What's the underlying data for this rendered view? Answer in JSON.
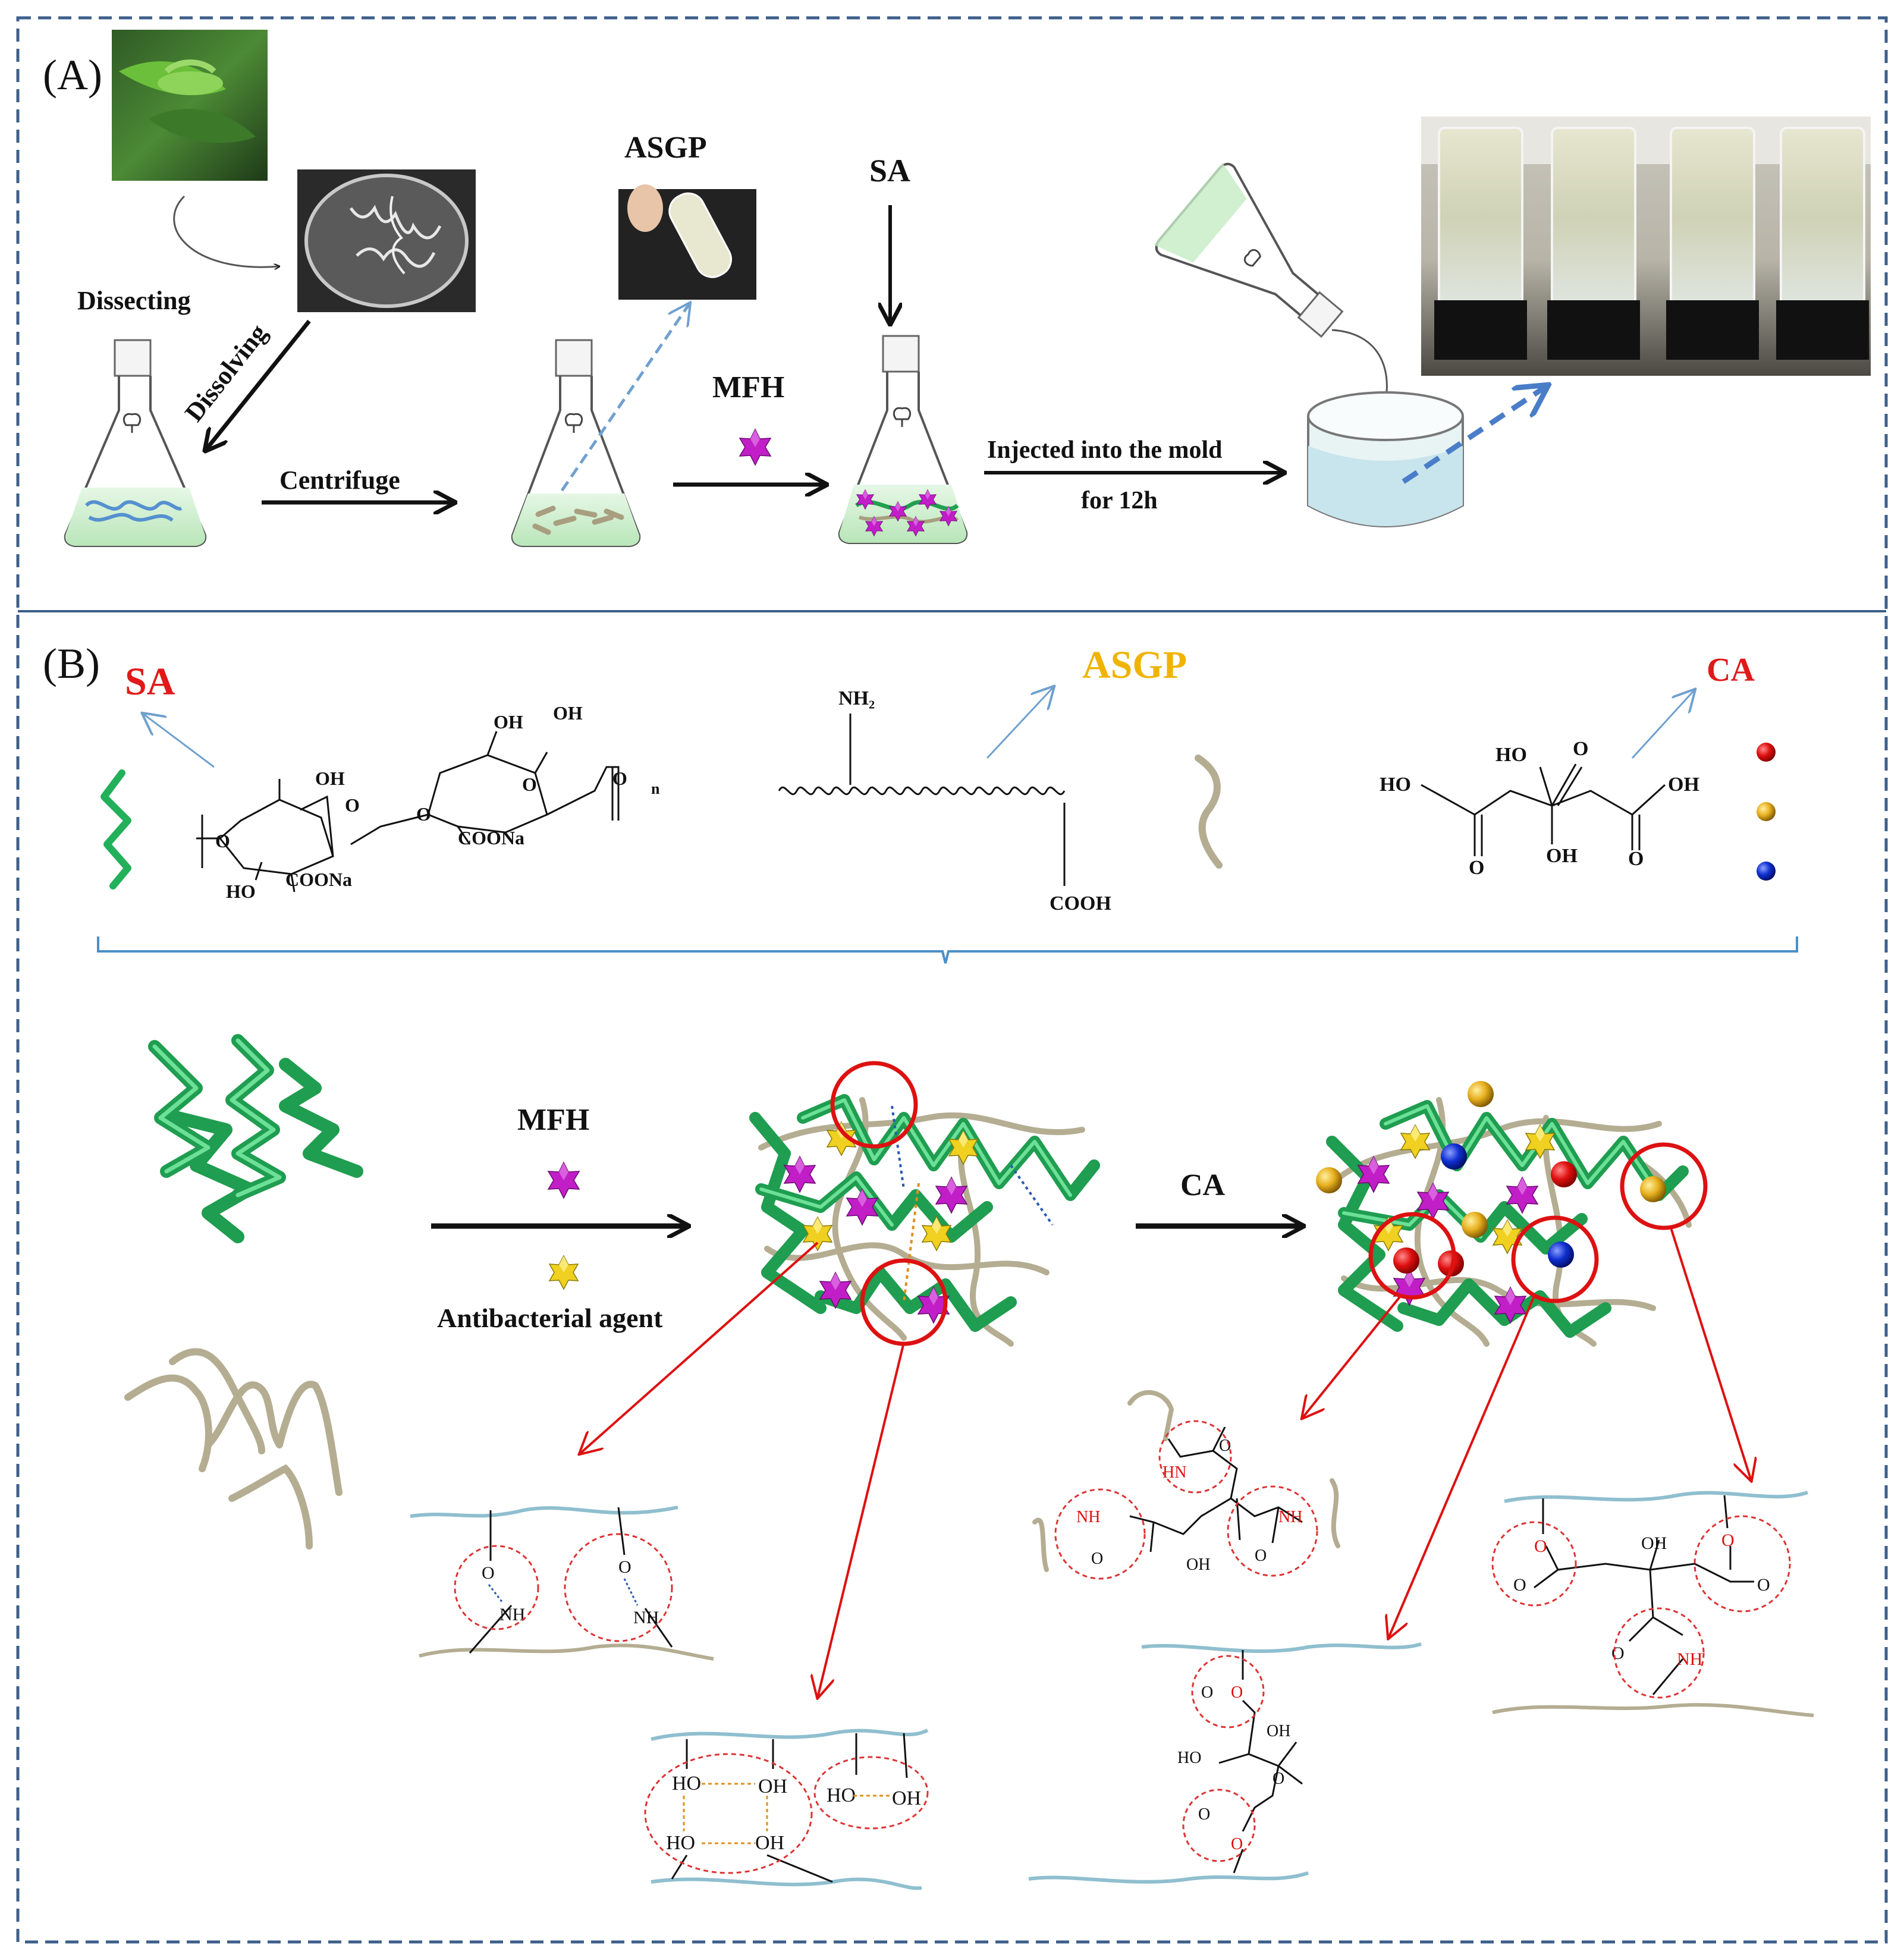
{
  "panel_a": {
    "label": "(A)",
    "dissecting": "Dissecting",
    "dissolving": "Dissolving",
    "centrifuge": "Centrifuge",
    "asgp": "ASGP",
    "sa": "SA",
    "mfh": "MFH",
    "injected_line1": "Injected into the mold",
    "injected_line2": "for 12h"
  },
  "panel_b": {
    "label": "(B)",
    "sa": "SA",
    "asgp": "ASGP",
    "ca": "CA",
    "mfh": "MFH",
    "antibacterial": "Antibacterial agent",
    "ca_arrow": "CA",
    "sa_struct": {
      "oh1": "OH",
      "oh2": "OH",
      "oh3": "OH",
      "ho": "HO",
      "o1": "O",
      "o2": "O",
      "o3": "O",
      "o4": "O",
      "coona1": "COONa",
      "coona2": "COONa",
      "n": "n"
    },
    "asgp_struct": {
      "nh2": "NH₂",
      "cooh": "COOH"
    },
    "ca_struct": {
      "ho_top": "HO",
      "o_top": "O",
      "ho_left": "HO",
      "oh_right": "OH",
      "oh_mid": "OH",
      "o_left": "O",
      "o_right": "O"
    },
    "detail1": {
      "o1": "O",
      "nh1": "NH",
      "o2": "O",
      "nh2": "NH"
    },
    "detail2": {
      "ho1": "HO",
      "oh1": "OH",
      "ho2": "HO",
      "oh2": "OH",
      "ho3": "HO",
      "oh3": "OH"
    },
    "detail3": {
      "hn": "HN",
      "o_top": "O",
      "nh_left": "NH",
      "o_left": "O",
      "oh_mid": "OH",
      "o_right": "O",
      "nh_right": "NH"
    },
    "detail4": {
      "o1": "O",
      "o_eq1": "O",
      "oh1": "OH",
      "ho1": "HO",
      "o_eq2": "O",
      "o_eq3": "O",
      "o2": "O"
    },
    "detail5": {
      "o_left": "O",
      "o_eq_left": "O",
      "oh_mid": "OH",
      "o_right": "O",
      "o_eq_right": "O",
      "o_amide": "O",
      "nh": "NH"
    }
  },
  "colors": {
    "frame_dash": "#3d5f8a",
    "sa_green": "#22b05a",
    "asgp_tan": "#b4ad92",
    "mfh_magenta": "#c21ec8",
    "agent_yellow": "#f0d020",
    "ca_red": "#e01010",
    "ca_gold": "#e8b020",
    "ca_blue": "#1030d0",
    "highlight_red": "#dd1111",
    "title_red": "#e01a1a",
    "title_gold": "#f0b400",
    "chain_blue": "#8fbfcf"
  }
}
